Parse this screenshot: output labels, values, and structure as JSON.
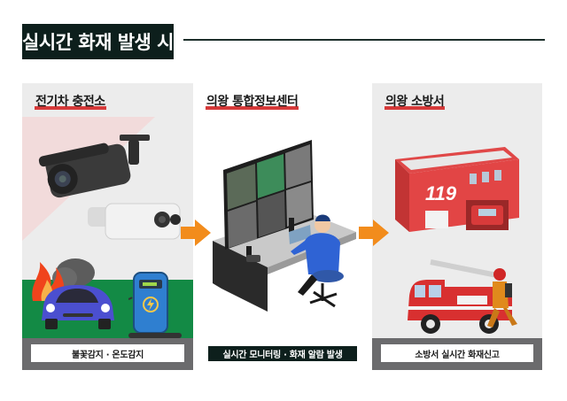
{
  "header": {
    "title": "실시간 화재 발생 시"
  },
  "colors": {
    "title_bg": "#0d1f1c",
    "accent_underline": "#d63a3a",
    "arrow": "#f28c1c",
    "panel_gray": "#ececec",
    "strip_gray": "#6b6b6d",
    "green_band": "#138a45"
  },
  "panels": [
    {
      "heading": "전기차 충전소",
      "caption": "불꽃감지 · 온도감지",
      "illustration": [
        "bullet-cctv-camera",
        "thermal-camera",
        "burning-car",
        "ev-charger"
      ]
    },
    {
      "heading": "의왕 통합정보센터",
      "caption": "실시간 모니터링 · 화재 알람 발생",
      "illustration": [
        "multi-monitor-wall",
        "operator-at-desk",
        "phone",
        "laptop"
      ]
    },
    {
      "heading": "의왕 소방서",
      "caption": "소방서 실시간 화재신고",
      "illustration": [
        "fire-station-119",
        "fire-truck",
        "firefighter"
      ],
      "station_number": "119"
    }
  ],
  "arrows": [
    "arrow-right",
    "arrow-right"
  ]
}
